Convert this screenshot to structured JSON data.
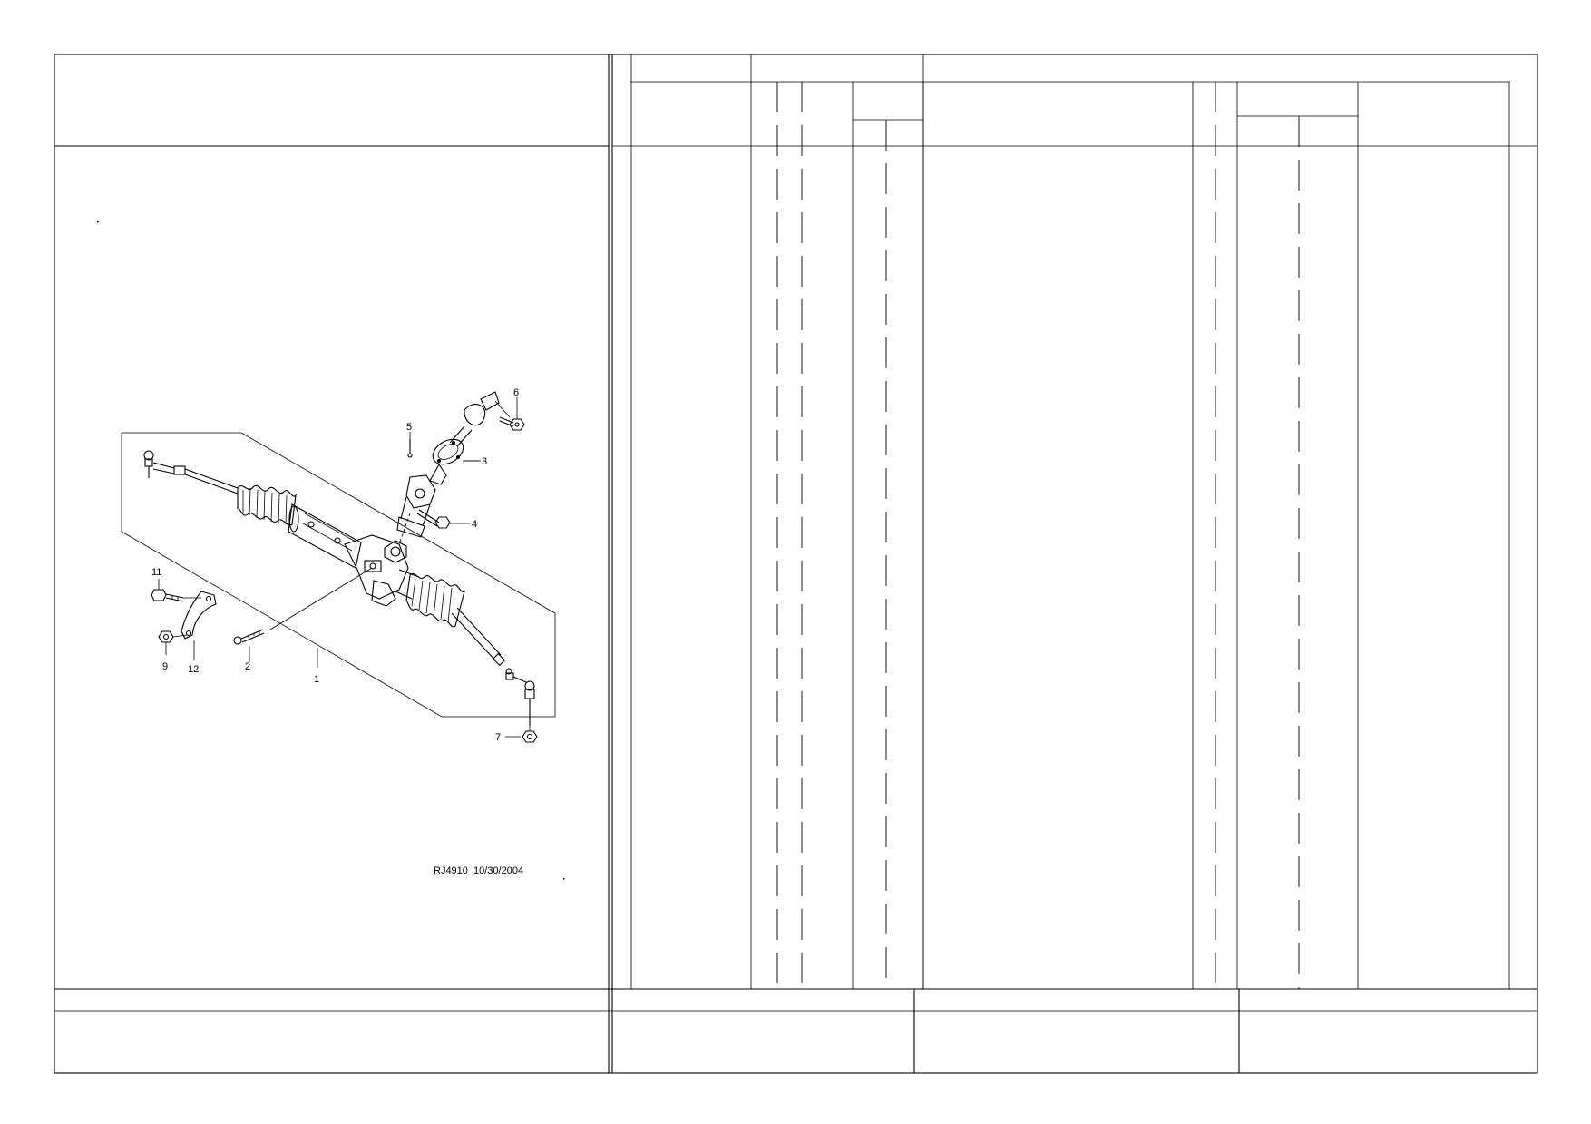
{
  "diagram": {
    "id_label": "RJ4910  10/30/2004",
    "callouts": {
      "c1": "1",
      "c2": "2",
      "c3": "3",
      "c4": "4",
      "c5": "5",
      "c6": "6",
      "c7": "7",
      "c9": "9",
      "c11": "11",
      "c12": "12"
    }
  },
  "parts_table": {
    "headers": [],
    "rows": []
  },
  "footer": {
    "cells": [
      "",
      "",
      "",
      ""
    ]
  }
}
